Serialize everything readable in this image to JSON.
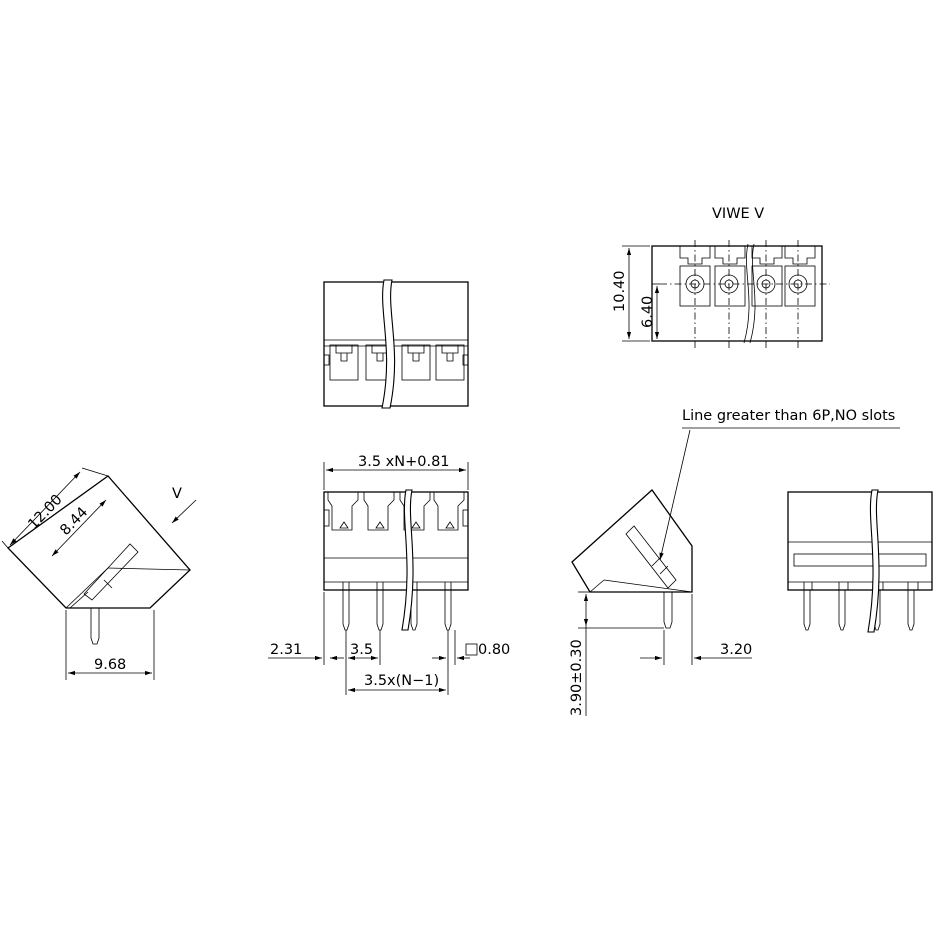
{
  "view_title": "VIWE  V",
  "view_arrow_label": "V",
  "note": "Line greater than 6P,NO slots",
  "dims": {
    "d_1040": "10.40",
    "d_640": "6.40",
    "d_1200": "12.00",
    "d_844": "8.44",
    "d_968": "9.68",
    "d_total": "3.5 xN+0.81",
    "d_231": "2.31",
    "d_35": "3.5",
    "d_080": "0.80",
    "d_pitch": "3.5x(N−1)",
    "d_390": "3.90±0.30",
    "d_320": "3.20"
  },
  "colors": {
    "line": "#000000",
    "background": "#ffffff"
  }
}
